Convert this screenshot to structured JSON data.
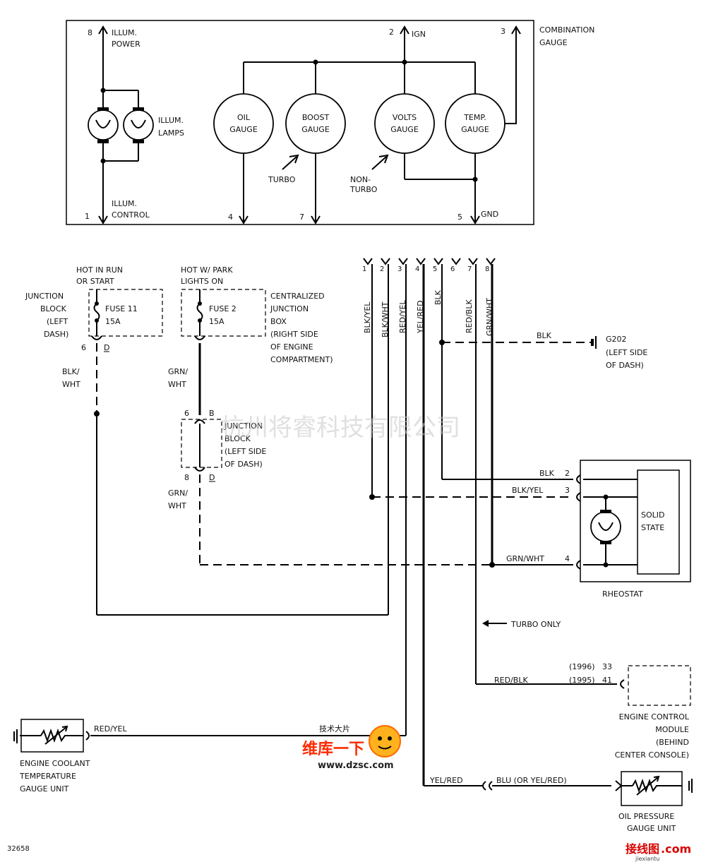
{
  "combination_gauge": {
    "title": [
      "COMBINATION",
      "GAUGE"
    ],
    "pins": {
      "p8": "8",
      "p2": "2",
      "p3": "3",
      "p1": "1",
      "p4": "4",
      "p7": "7",
      "p5": "5"
    },
    "illum_power": [
      "ILLUM.",
      "POWER"
    ],
    "illum_control": [
      "ILLUM.",
      "CONTROL"
    ],
    "illum_lamps": [
      "ILLUM.",
      "LAMPS"
    ],
    "ign": "IGN",
    "gnd": "GND",
    "gauges": {
      "oil": [
        "OIL",
        "GAUGE"
      ],
      "boost": [
        "BOOST",
        "GAUGE"
      ],
      "volts": [
        "VOLTS",
        "GAUGE"
      ],
      "temp": [
        "TEMP.",
        "GAUGE"
      ]
    },
    "turbo_label": "TURBO",
    "nonturbo_label": [
      "NON-",
      "TURBO"
    ]
  },
  "harness": {
    "pins": [
      "1",
      "2",
      "3",
      "4",
      "5",
      "6",
      "7",
      "8"
    ],
    "wires": [
      "BLK/YEL",
      "BLK/WHT",
      "RED/YEL",
      "YEL/RED",
      "BLK",
      "RED/BLK",
      "GRN/WHT"
    ]
  },
  "fuse11": {
    "hot_label": [
      "HOT IN RUN",
      "OR START"
    ],
    "block_label": [
      "JUNCTION",
      "BLOCK",
      "(LEFT",
      "DASH)"
    ],
    "fuse": [
      "FUSE 11",
      "15A"
    ],
    "pin_num": "6",
    "pin_letter": "D",
    "wire": [
      "BLK/",
      "WHT"
    ]
  },
  "fuse2": {
    "hot_label": [
      "HOT W/ PARK",
      "LIGHTS ON"
    ],
    "box_label": [
      "CENTRALIZED",
      "JUNCTION",
      "BOX",
      "(RIGHT SIDE",
      "OF ENGINE",
      "COMPARTMENT)"
    ],
    "fuse": [
      "FUSE 2",
      "15A"
    ],
    "wire": [
      "GRN/",
      "WHT"
    ]
  },
  "junction_block2": {
    "label": [
      "JUNCTION",
      "BLOCK",
      "(LEFT SIDE",
      "OF DASH)"
    ],
    "top_pin": "6",
    "top_letter": "B",
    "bottom_pin": "8",
    "bottom_letter": "D",
    "wire": [
      "GRN/",
      "WHT"
    ]
  },
  "ground": {
    "wire": "BLK",
    "label": [
      "G202",
      "(LEFT SIDE",
      "OF DASH)"
    ]
  },
  "rheostat": {
    "title": "RHEOSTAT",
    "inner": [
      "SOLID",
      "STATE"
    ],
    "pins": [
      {
        "wire": "BLK",
        "pin": "2"
      },
      {
        "wire": "BLK/YEL",
        "pin": "3"
      },
      {
        "wire": "GRN/WHT",
        "pin": "4"
      }
    ]
  },
  "turbo_only": "TURBO ONLY",
  "ecm": {
    "label": [
      "ENGINE CONTROL",
      "MODULE",
      "(BEHIND",
      "CENTER CONSOLE)"
    ],
    "wire": "RED/BLK",
    "pin_rows": [
      {
        "year": "(1996)",
        "pin": "33"
      },
      {
        "year": "(1995)",
        "pin": "41"
      }
    ]
  },
  "coolant_sender": {
    "label": [
      "ENGINE COOLANT",
      "TEMPERATURE",
      "GAUGE UNIT"
    ],
    "wire": "RED/YEL"
  },
  "oil_sender": {
    "label": [
      "OIL PRESSURE",
      "GAUGE UNIT"
    ],
    "wire_left": "YEL/RED",
    "wire_right": "BLU (OR YEL/RED)"
  },
  "figure_number": "32658",
  "watermark": "杭州将睿科技有限公司",
  "logo": {
    "cn": "维库一下",
    "top": "技术大片",
    "url": "www.dzsc.com"
  },
  "logo2": {
    "text": "接线图",
    "dotcom": ".com",
    "sub": "jiexiantu"
  }
}
